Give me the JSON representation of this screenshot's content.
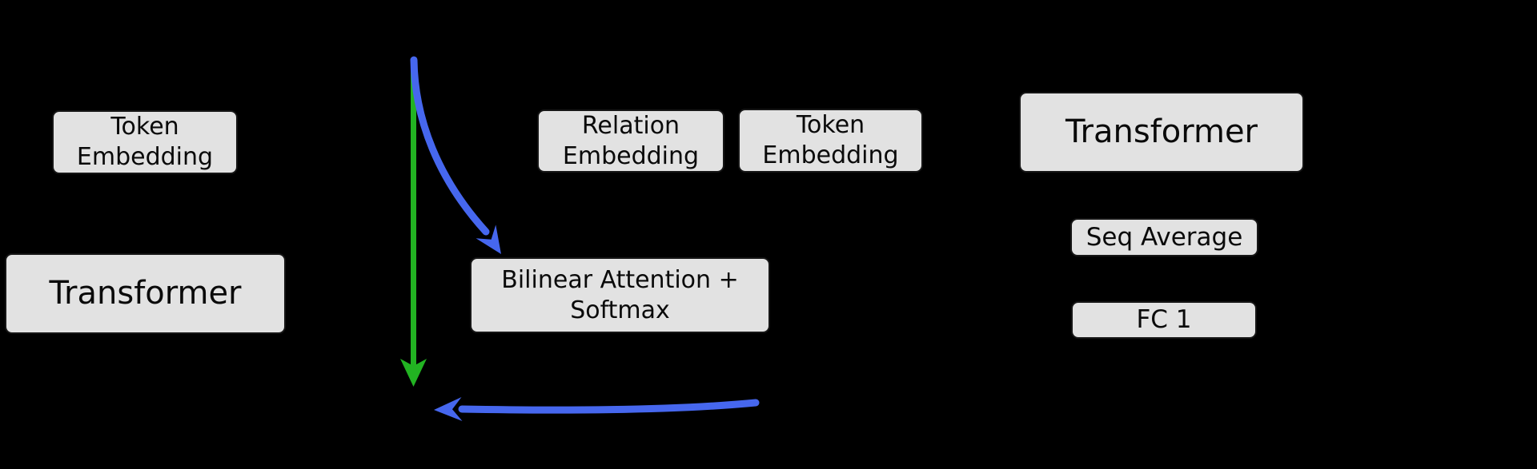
{
  "diagram": {
    "palette": {
      "background": "#000000",
      "box_fill": "#e2e2e2",
      "box_border": "#161616",
      "box_text": "#0a0a0a",
      "green_arrow": "#22b322",
      "blue_arrow": "#4667ee"
    },
    "nodes": {
      "token_embedding_left": {
        "label": "Token\nEmbedding"
      },
      "transformer_left": {
        "label": "Transformer"
      },
      "relation_embedding": {
        "label": "Relation\nEmbedding"
      },
      "token_embedding_mid": {
        "label": "Token\nEmbedding"
      },
      "bilinear_attention": {
        "label": "Bilinear Attention +\nSoftmax"
      },
      "transformer_right": {
        "label": "Transformer"
      },
      "seq_average": {
        "label": "Seq Average"
      },
      "fc_1": {
        "label": "FC 1"
      }
    },
    "arrows": [
      {
        "name": "green-down-arrow",
        "color": "#22b322",
        "shape": "straight vertical, pointing down"
      },
      {
        "name": "blue-curve-arrow",
        "color": "#4667ee",
        "shape": "curves down-right into Bilinear Attention box"
      },
      {
        "name": "blue-horizontal-arrow",
        "color": "#4667ee",
        "shape": "horizontal, pointing left toward green arrow tip"
      }
    ]
  }
}
